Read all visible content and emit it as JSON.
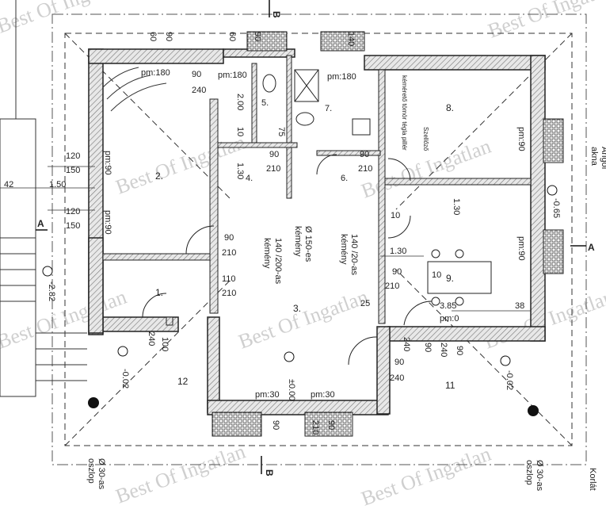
{
  "watermark": "Best Of Ingatlan",
  "section_marker": "B",
  "section_marker_a": "A",
  "rooms": [
    {
      "num": "1."
    },
    {
      "num": "2."
    },
    {
      "num": "3."
    },
    {
      "num": "4."
    },
    {
      "num": "5."
    },
    {
      "num": "6."
    },
    {
      "num": "7."
    },
    {
      "num": "8."
    },
    {
      "num": "9."
    },
    {
      "num": "10"
    },
    {
      "num": "11"
    },
    {
      "num": "12"
    }
  ],
  "levels": {
    "main": "±0.00",
    "left_entry": "-0.02",
    "right_entry": "-0.02",
    "outside_left": "-2.82",
    "light_well": "-0.65",
    "room9": "pm:0"
  },
  "parapets": {
    "pm180": "pm:180",
    "pm90": "pm:90",
    "pm30": "pm:30"
  },
  "chimneys": {
    "c1": "140 /200-as",
    "c1b": "kémény",
    "c2": "Ø 150-es",
    "c2b": "kémény",
    "c3": "140 /20-as",
    "c3b": "kémény"
  },
  "notes": {
    "pillar_note": "kémérető tömör tégla pillér",
    "fan": "Szellőző",
    "light_well_a": "Angol",
    "light_well_b": "akna",
    "column_left_a": "Ø 30-as",
    "column_left_b": "oszlop",
    "column_right_a": "Ø 30-as",
    "column_right_b": "oszlop",
    "railing": "Korlát"
  },
  "dims": {
    "d60a": "60",
    "d90a": "90",
    "d60b": "60",
    "d90b": "90",
    "d140": "140",
    "d90c": "90",
    "d240": "240",
    "d200": "2.00",
    "d10": "10",
    "d130": "1.30",
    "d75": "75",
    "d210": "210",
    "d120": "120",
    "d150": "150",
    "d42": "42",
    "d150b": "1.50",
    "d110": "110",
    "d100": "100",
    "d385": "3.85",
    "d38": "38",
    "d25": "25",
    "d130b": "1.30"
  }
}
